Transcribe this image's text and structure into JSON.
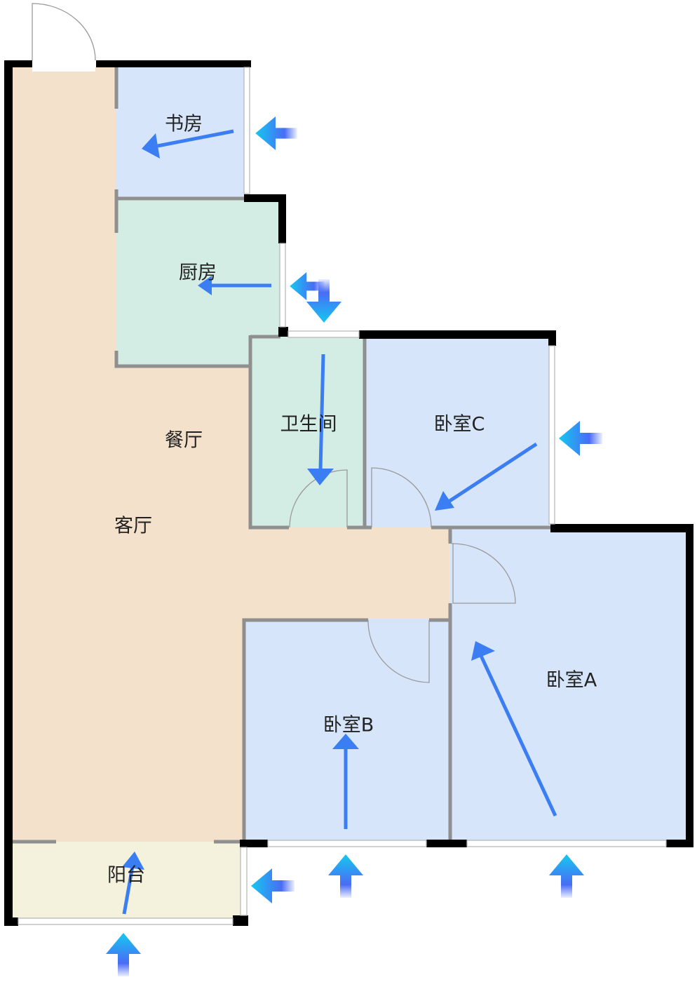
{
  "floorplan": {
    "rooms": {
      "study": "书房",
      "kitchen": "厨房",
      "bathroom": "卫生间",
      "bedroom_c": "卧室C",
      "dining": "餐厅",
      "living": "客厅",
      "bedroom_a": "卧室A",
      "bedroom_b": "卧室B",
      "balcony": "阳台"
    },
    "colors": {
      "living": "#f3e1cb",
      "bedroom": "#d7e5fb",
      "wet_room": "#d4ede4",
      "balcony": "#f4f2dc",
      "flow_arrow": "#3b7df2",
      "wind_arrow_start": "#14c8f0",
      "wind_arrow_end": "#4a6cf5"
    },
    "icons": [
      "airflow-arrow-icon",
      "wind-inlet-arrow-icon"
    ]
  }
}
